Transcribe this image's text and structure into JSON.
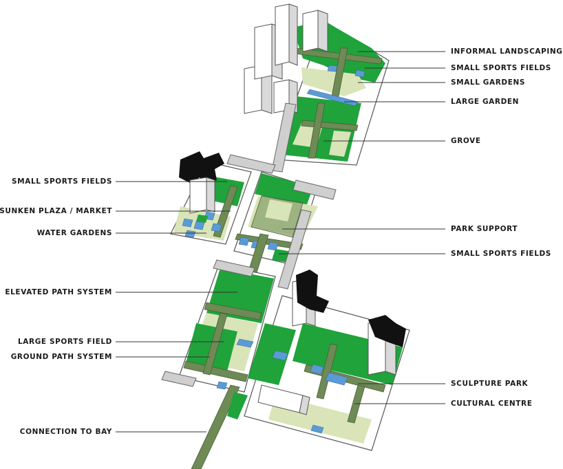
{
  "colors": {
    "green": "#1fa33a",
    "lawn": "#d9e4b8",
    "path": "#6e8a55",
    "water": "#5b9bd5",
    "dark_buildings": "#111111"
  },
  "labels_right": [
    "INFORMAL LANDSCAPING",
    "SMALL SPORTS FIELDS",
    "SMALL GARDENS",
    "LARGE GARDEN",
    "GROVE",
    "PARK SUPPORT",
    "SMALL SPORTS FIELDS",
    "SCULPTURE PARK",
    "CULTURAL CENTRE"
  ],
  "labels_left": [
    "SMALL SPORTS FIELDS",
    "SUNKEN PLAZA / MARKET",
    "WATER  GARDENS",
    "ELEVATED PATH SYSTEM",
    "LARGE SPORTS FIELD",
    "GROUND PATH SYSTEM",
    "CONNECTION TO BAY"
  ]
}
